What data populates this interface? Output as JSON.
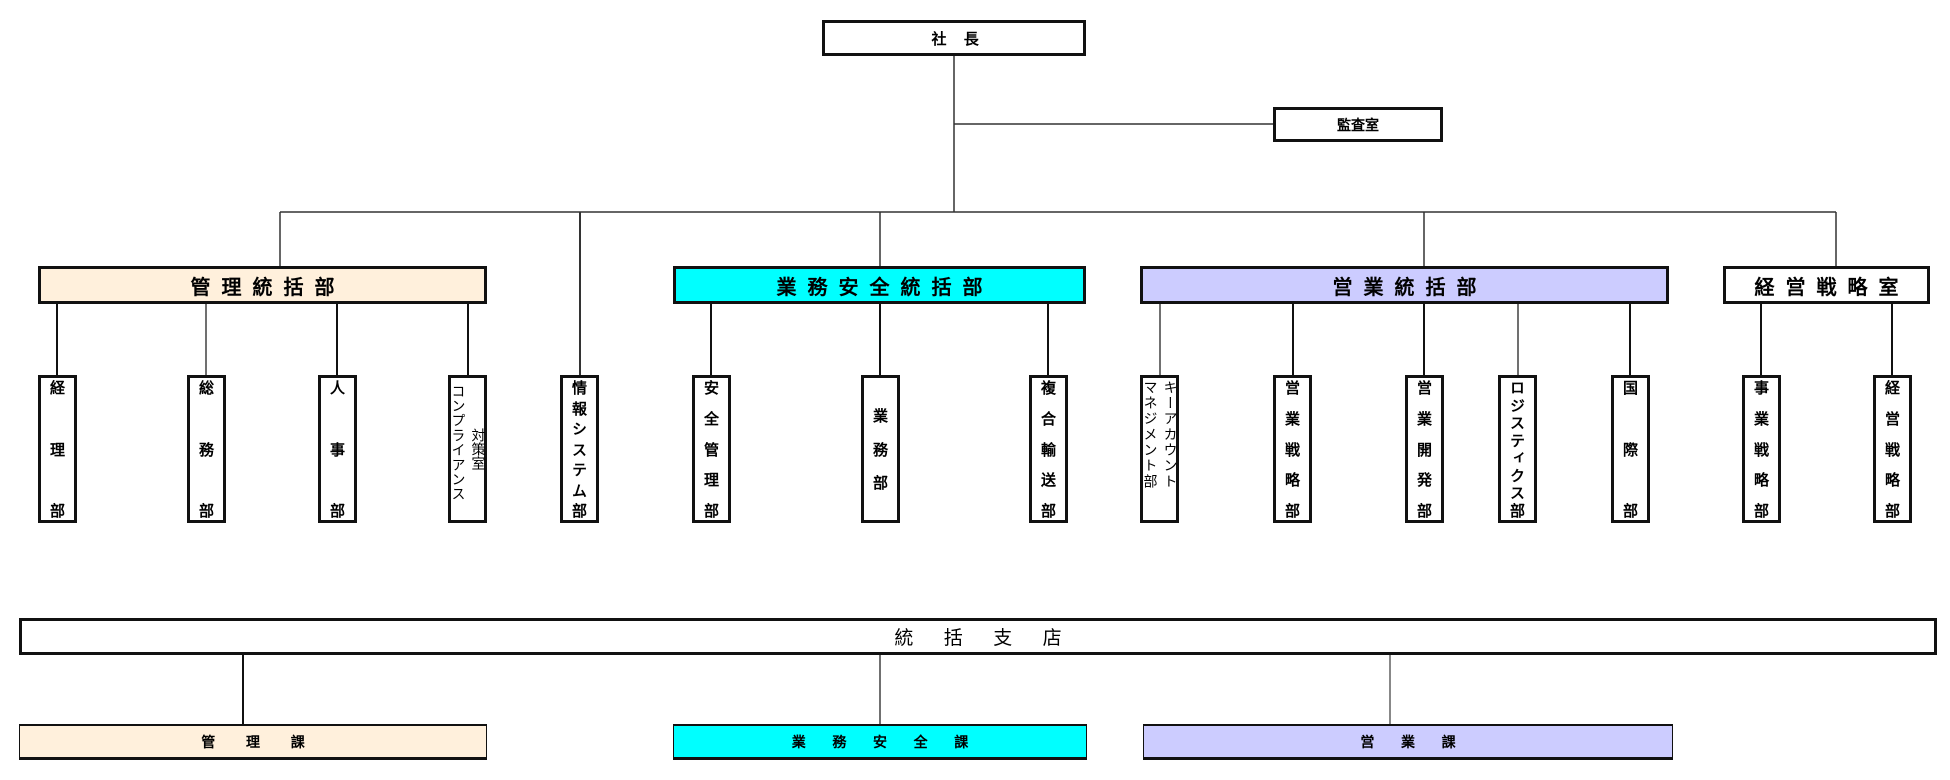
{
  "colors": {
    "management": "#fff0dc",
    "operations": "#00ffff",
    "sales": "#ccccff",
    "plain": "#ffffff",
    "line": "#333333"
  },
  "president": {
    "label": "社 長"
  },
  "audit": {
    "label": "監査室"
  },
  "divisions": {
    "management": {
      "label": "管理統括部",
      "departments": [
        {
          "label": "経理部"
        },
        {
          "label": "総務部"
        },
        {
          "label": "人事部"
        },
        {
          "label": "コンプライアンス対策室",
          "line1": "コンプライアンス",
          "line2": "対策室"
        }
      ]
    },
    "info_systems": {
      "label": "情報システム部"
    },
    "operations": {
      "label": "業務安全統括部",
      "departments": [
        {
          "label": "安全管理部"
        },
        {
          "label": "業務部"
        },
        {
          "label": "複合輸送部"
        }
      ]
    },
    "sales": {
      "label": "営業統括部",
      "departments": [
        {
          "label": "キーアカウントマネジメント部",
          "line1": "キーアカウント",
          "line2": "マネジメント部"
        },
        {
          "label": "営業戦略部"
        },
        {
          "label": "営業開発部"
        },
        {
          "label": "ロジスティクス部"
        },
        {
          "label": "国際部"
        }
      ]
    },
    "strategy": {
      "label": "経営戦略室",
      "departments": [
        {
          "label": "事業戦略部"
        },
        {
          "label": "経営戦略部"
        }
      ]
    }
  },
  "branch": {
    "label": "統括支店",
    "sections": [
      {
        "label": "管理課"
      },
      {
        "label": "業務安全課"
      },
      {
        "label": "営業課"
      }
    ]
  }
}
